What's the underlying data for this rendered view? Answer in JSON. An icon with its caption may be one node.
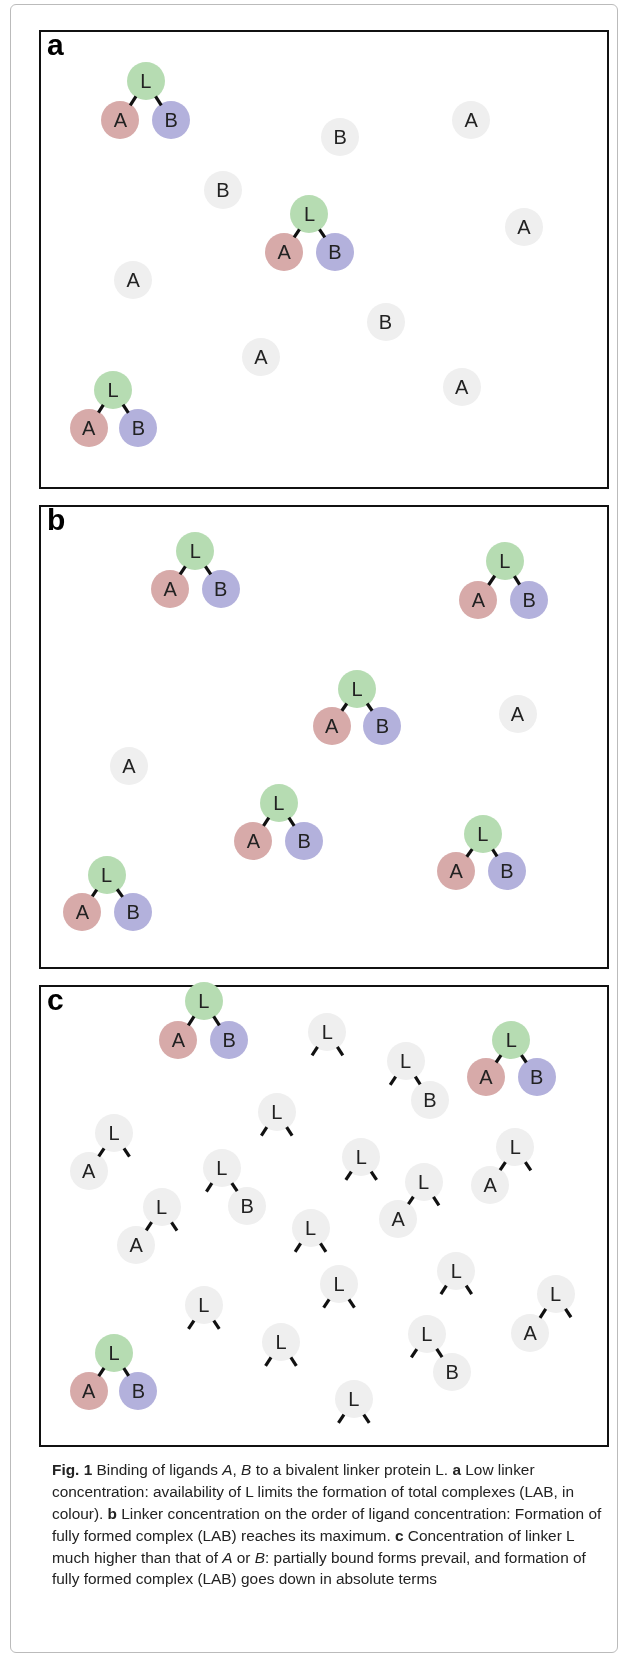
{
  "diagram": {
    "caption": "**Fig. 1** Binding of ligands *A*, *B* to a bivalent linker protein L. **a** Low linker concentration: availability of L limits the formation of total complexes (LAB, in colour). **b** Linker concentration on the order of ligand concentration: Formation of fully formed complex (LAB) reaches its maximum. **c** Concentration of linker L much higher than that of *A* or *B*: partially bound forms prevail, and formation of fully formed complex (LAB) goes down in absolute terms",
    "nodes": [
      {
        "text": [
          "a"
        ]
      },
      {
        "text": [
          "L"
        ],
        "in": 0
      },
      {
        "text": [
          "A"
        ],
        "in": 0
      },
      {
        "text": [
          "B"
        ],
        "in": 0
      },
      {
        "text": [
          "B"
        ],
        "in": 0
      },
      {
        "text": [
          "A"
        ],
        "in": 0
      },
      {
        "text": [
          "B"
        ],
        "in": 0
      },
      {
        "text": [
          "L"
        ],
        "in": 0
      },
      {
        "text": [
          "A"
        ],
        "in": 0
      },
      {
        "text": [
          "B"
        ],
        "in": 0
      },
      {
        "text": [
          "A"
        ],
        "in": 0
      },
      {
        "text": [
          "A"
        ],
        "in": 0
      },
      {
        "text": [
          "B"
        ],
        "in": 0
      },
      {
        "text": [
          "A"
        ],
        "in": 0
      },
      {
        "text": [
          "A"
        ],
        "in": 0
      },
      {
        "text": [
          "L"
        ],
        "in": 0
      },
      {
        "text": [
          "A"
        ],
        "in": 0
      },
      {
        "text": [
          "B"
        ],
        "in": 0
      },
      {
        "text": [
          "b"
        ]
      },
      {
        "text": [
          "L"
        ],
        "in": 18
      },
      {
        "text": [
          "A"
        ],
        "in": 18
      },
      {
        "text": [
          "B"
        ],
        "in": 18
      },
      {
        "text": [
          "L"
        ],
        "in": 18
      },
      {
        "text": [
          "A"
        ],
        "in": 18
      },
      {
        "text": [
          "B"
        ],
        "in": 18
      },
      {
        "text": [
          "L"
        ],
        "in": 18
      },
      {
        "text": [
          "A"
        ],
        "in": 18
      },
      {
        "text": [
          "B"
        ],
        "in": 18
      },
      {
        "text": [
          "A"
        ],
        "in": 18
      },
      {
        "text": [
          "A"
        ],
        "in": 18
      },
      {
        "text": [
          "L"
        ],
        "in": 18
      },
      {
        "text": [
          "A"
        ],
        "in": 18
      },
      {
        "text": [
          "B"
        ],
        "in": 18
      },
      {
        "text": [
          "L"
        ],
        "in": 18
      },
      {
        "text": [
          "A"
        ],
        "in": 18
      },
      {
        "text": [
          "B"
        ],
        "in": 18
      },
      {
        "text": [
          "L"
        ],
        "in": 18
      },
      {
        "text": [
          "A"
        ],
        "in": 18
      },
      {
        "text": [
          "B"
        ],
        "in": 18
      },
      {
        "text": [
          "c"
        ]
      },
      {
        "text": [
          "L"
        ],
        "in": 39
      },
      {
        "text": [
          "A"
        ],
        "in": 39
      },
      {
        "text": [
          "B"
        ],
        "in": 39
      },
      {
        "text": [
          "L"
        ],
        "in": 39
      },
      {
        "text": [
          "L"
        ],
        "in": 39
      },
      {
        "text": [
          "A"
        ],
        "in": 39
      },
      {
        "text": [
          "B"
        ],
        "in": 39
      },
      {
        "text": [
          "L"
        ],
        "in": 39
      },
      {
        "text": [
          "B"
        ],
        "in": 39
      },
      {
        "text": [
          "L"
        ],
        "in": 39
      },
      {
        "text": [
          "L"
        ],
        "in": 39
      },
      {
        "text": [
          "A"
        ],
        "in": 39
      },
      {
        "text": [
          "L"
        ],
        "in": 39
      },
      {
        "text": [
          "A"
        ],
        "in": 39
      },
      {
        "text": [
          "L"
        ],
        "in": 39
      },
      {
        "text": [
          "L"
        ],
        "in": 39
      },
      {
        "text": [
          "B"
        ],
        "in": 39
      },
      {
        "text": [
          "L"
        ],
        "in": 39
      },
      {
        "text": [
          "A"
        ],
        "in": 39
      },
      {
        "text": [
          "L"
        ],
        "in": 39
      },
      {
        "text": [
          "A"
        ],
        "in": 39
      },
      {
        "text": [
          "L"
        ],
        "in": 39
      },
      {
        "text": [
          "L"
        ],
        "in": 39
      },
      {
        "text": [
          "L"
        ],
        "in": 39
      },
      {
        "text": [
          "L"
        ],
        "in": 39
      },
      {
        "text": [
          "A"
        ],
        "in": 39
      },
      {
        "text": [
          "L"
        ],
        "in": 39
      },
      {
        "text": [
          "L"
        ],
        "in": 39
      },
      {
        "text": [
          "B"
        ],
        "in": 39
      },
      {
        "text": [
          "L"
        ],
        "in": 39
      },
      {
        "text": [
          "L"
        ],
        "in": 39
      },
      {
        "text": [
          "A"
        ],
        "in": 39
      },
      {
        "text": [
          "B"
        ],
        "in": 39
      },
      {
        "text": [
          "L"
        ],
        "in": 39
      }
    ],
    "edges": [
      {
        "from": 1,
        "to": 2,
        "arrow": "none"
      },
      {
        "from": 1,
        "to": 3,
        "arrow": "none"
      },
      {
        "from": 7,
        "to": 8,
        "arrow": "none"
      },
      {
        "from": 7,
        "to": 9,
        "arrow": "none"
      },
      {
        "from": 15,
        "to": 16,
        "arrow": "none"
      },
      {
        "from": 15,
        "to": 17,
        "arrow": "none"
      },
      {
        "from": 19,
        "to": 20,
        "arrow": "none"
      },
      {
        "from": 19,
        "to": 21,
        "arrow": "none"
      },
      {
        "from": 22,
        "to": 23,
        "arrow": "none"
      },
      {
        "from": 22,
        "to": 24,
        "arrow": "none"
      },
      {
        "from": 25,
        "to": 26,
        "arrow": "none"
      },
      {
        "from": 25,
        "to": 27,
        "arrow": "none"
      },
      {
        "from": 30,
        "to": 31,
        "arrow": "none"
      },
      {
        "from": 30,
        "to": 32,
        "arrow": "none"
      },
      {
        "from": 33,
        "to": 34,
        "arrow": "none"
      },
      {
        "from": 33,
        "to": 35,
        "arrow": "none"
      },
      {
        "from": 36,
        "to": 37,
        "arrow": "none"
      },
      {
        "from": 36,
        "to": 38,
        "arrow": "none"
      },
      {
        "from": 40,
        "to": 41,
        "arrow": "none"
      },
      {
        "from": 40,
        "to": 42,
        "arrow": "none"
      },
      {
        "from": 44,
        "to": 45,
        "arrow": "none"
      },
      {
        "from": 44,
        "to": 46,
        "arrow": "none"
      },
      {
        "from": 47,
        "to": 48,
        "arrow": "none"
      },
      {
        "from": 50,
        "to": 51,
        "arrow": "none"
      },
      {
        "from": 52,
        "to": 53,
        "arrow": "none"
      },
      {
        "from": 55,
        "to": 56,
        "arrow": "none"
      },
      {
        "from": 57,
        "to": 58,
        "arrow": "none"
      },
      {
        "from": 59,
        "to": 60,
        "arrow": "none"
      },
      {
        "from": 64,
        "to": 65,
        "arrow": "none"
      },
      {
        "from": 67,
        "to": 68,
        "arrow": "none"
      },
      {
        "from": 70,
        "to": 71,
        "arrow": "none"
      },
      {
        "from": 70,
        "to": 72,
        "arrow": "none"
      }
    ]
  }
}
